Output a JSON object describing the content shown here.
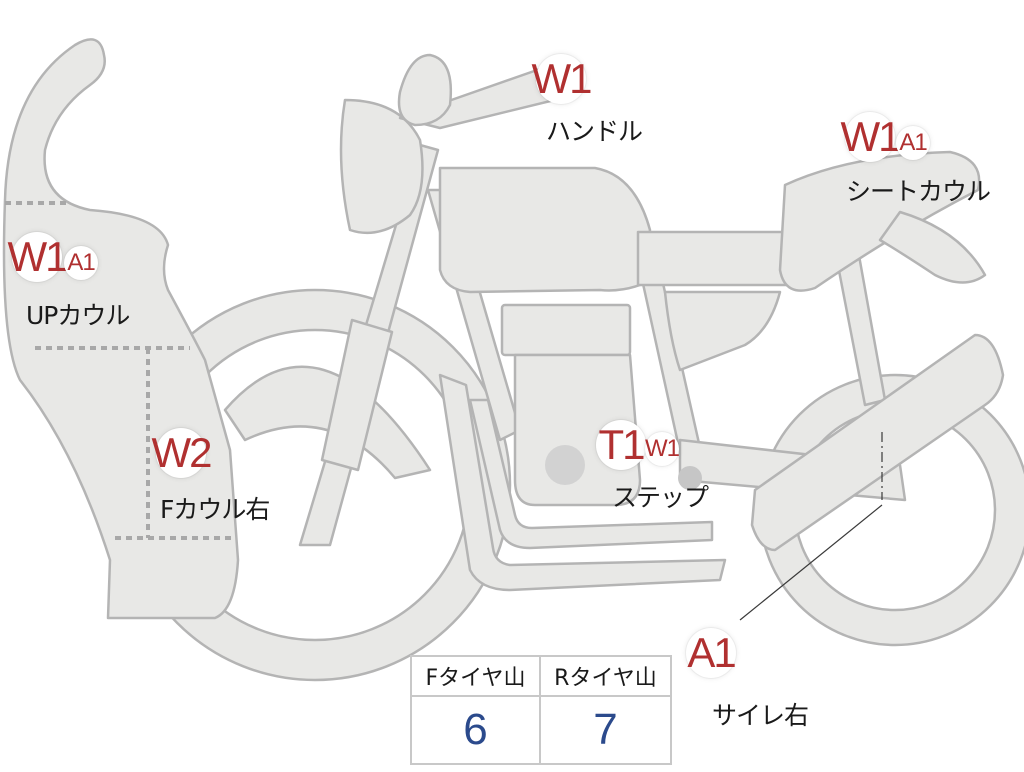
{
  "colors": {
    "part_fill": "#e8e8e6",
    "part_stroke": "#b4b4b4",
    "code_red": "#b03030",
    "value_blue": "#2b4a8c",
    "dotted": "#a8a8a8"
  },
  "annotations": {
    "handle": {
      "codes": [
        "W1"
      ],
      "label": "ハンドル"
    },
    "seat_cowl": {
      "codes": [
        "W1",
        "A1"
      ],
      "label": "シートカウル"
    },
    "up_cowl": {
      "codes": [
        "W1",
        "A1"
      ],
      "label": "UPカウル"
    },
    "f_cowl_right": {
      "codes": [
        "W2"
      ],
      "label": "Fカウル右"
    },
    "step": {
      "codes": [
        "T1",
        "W1"
      ],
      "label": "ステップ"
    },
    "silencer_right": {
      "codes": [
        "A1"
      ],
      "label": "サイレ右"
    }
  },
  "tire_table": {
    "headers": [
      "Fタイヤ山",
      "Rタイヤ山"
    ],
    "values": [
      "6",
      "7"
    ]
  }
}
